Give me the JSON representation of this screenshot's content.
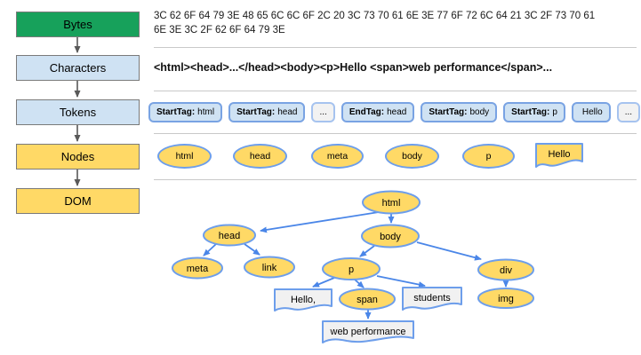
{
  "pipeline": {
    "stages": [
      {
        "label": "Bytes",
        "fill": "#17A15B"
      },
      {
        "label": "Characters",
        "fill": "#CFE2F3"
      },
      {
        "label": "Tokens",
        "fill": "#CFE2F3"
      },
      {
        "label": "Nodes",
        "fill": "#FFD966"
      },
      {
        "label": "DOM",
        "fill": "#FFD966"
      }
    ]
  },
  "bytes_row": {
    "line1": "3C 62 6F 64 79 3E 48 65 6C 6C 6F 2C 20 3C 73 70 61 6E 3E 77 6F 72 6C 64 21 3C 2F 73 70 61",
    "line2": "6E 3E 3C 2F 62 6F 64 79 3E"
  },
  "characters_row": {
    "text": "<html><head>...</head><body><p>Hello <span>web performance</span>..."
  },
  "tokens_row": {
    "items": [
      {
        "tag": "StartTag:",
        "value": "html"
      },
      {
        "tag": "StartTag:",
        "value": "head"
      },
      {
        "value": "..."
      },
      {
        "tag": "EndTag:",
        "value": "head"
      },
      {
        "tag": "StartTag:",
        "value": "body"
      },
      {
        "tag": "StartTag:",
        "value": "p"
      },
      {
        "value": "Hello"
      },
      {
        "value": "..."
      }
    ]
  },
  "nodes_row": {
    "ellipses": [
      "html",
      "head",
      "meta",
      "body",
      "p"
    ],
    "document_node": "Hello"
  },
  "dom_tree": {
    "elements": {
      "html": "html",
      "head": "head",
      "body": "body",
      "meta": "meta",
      "link": "link",
      "p": "p",
      "div": "div",
      "span": "span",
      "img": "img"
    },
    "text_nodes": {
      "hello": "Hello,",
      "students": "students",
      "web_performance": "web performance"
    }
  },
  "colors": {
    "bytes_stage_fill": "#17A15B",
    "blue_stage_fill": "#CFE2F3",
    "yellow_fill": "#FFD966",
    "token_pill_fill": "#CFE2F3",
    "token_pill_gray_fill": "#F2F2F2",
    "shape_stroke": "#6D9EEB",
    "tree_arrow": "#4A86E8",
    "flow_arrow": "#595959",
    "text_node_fill": "#F1F1F1",
    "divider": "#C9C9C9"
  }
}
